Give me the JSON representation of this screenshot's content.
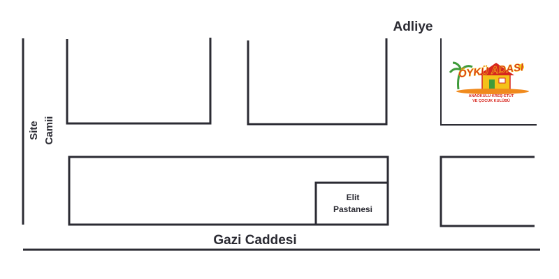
{
  "map": {
    "landmarks": {
      "courthouse": "Adliye",
      "mosque": "Site Camii",
      "mosque_line1": "Site",
      "mosque_line2": "Camii",
      "bakery_line1": "Elit",
      "bakery_line2": "Pastanesi"
    },
    "street": "Gazi Caddesi",
    "logo": {
      "name": "ÖYKÜ ADASI",
      "tagline_line1": "ANAOKULU·KREŞ·ETÜT",
      "tagline_line2": "VE ÇOCUK KULÜBÜ"
    },
    "colors": {
      "ink": "#2b2b33",
      "logo_red": "#d7261e",
      "logo_yellow": "#f4c21a",
      "logo_green": "#3f9b3a",
      "logo_orange": "#f08a1d"
    }
  }
}
